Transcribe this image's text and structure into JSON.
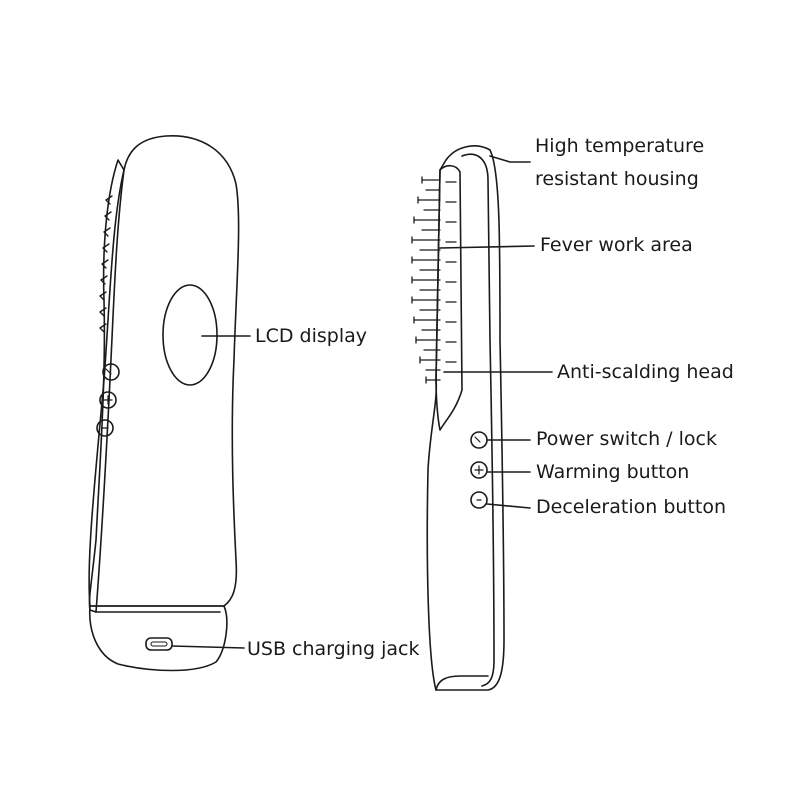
{
  "labels": {
    "lcd_display": "LCD display",
    "usb_charging_jack": "USB charging jack",
    "housing_line1": "High temperature",
    "housing_line2": "resistant housing",
    "fever_work_area": "Fever work area",
    "anti_scalding_head": "Anti-scalding head",
    "power_switch_lock": "Power switch / lock",
    "warming_button": "Warming button",
    "deceleration_button": "Deceleration button"
  },
  "colors": {
    "outline": "#1a1a1a",
    "text": "#1a1a1a",
    "background": "#ffffff"
  }
}
